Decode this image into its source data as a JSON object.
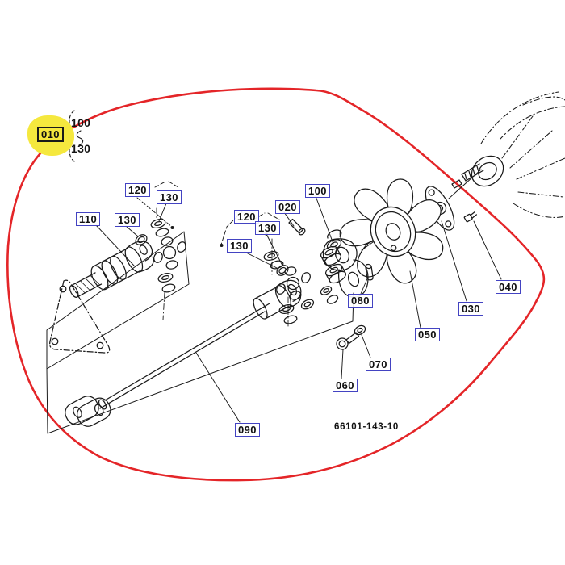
{
  "figure": {
    "part_number": "66101-143-10"
  },
  "callouts": {
    "ref_highlighted": "010",
    "bracket_top": "100",
    "bracket_bottom": "130",
    "l110": "110",
    "l120_left": "120",
    "l130_left_top": "130",
    "l130_left_side": "130",
    "l120_mid": "120",
    "l130_mid_top": "130",
    "l130_mid_side": "130",
    "l020": "020",
    "l100": "100",
    "l080": "080",
    "l030": "030",
    "l040": "040",
    "l050": "050",
    "l060": "060",
    "l070": "070",
    "l090": "090"
  },
  "colors": {
    "red_outline": "#e42528",
    "yellow_highlight": "#f5e83e",
    "callout_blue": "#4343c2",
    "ink": "#1a1a1a"
  }
}
